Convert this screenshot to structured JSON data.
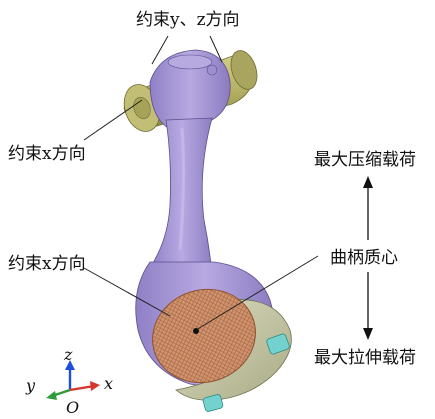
{
  "labels": {
    "top_constraint": "约束y、z方向",
    "small_end_constraint": "约束x方向",
    "big_end_constraint": "约束x方向",
    "max_compression": "最大压缩载荷",
    "crank_center": "曲柄质心",
    "max_tension": "最大拉伸载荷"
  },
  "axes": {
    "z": "z",
    "y": "y",
    "x": "x",
    "origin": "O"
  },
  "colors": {
    "rod_body": "#a99ad6",
    "pin_cylinder": "#b9b56a",
    "bearing_mesh": "#c98a62",
    "cap": "#c7c9a6",
    "bolt": "#6fd0cc",
    "axis_z": "#1c4fd8",
    "axis_x": "#d8342a",
    "axis_y": "#2e9a3a"
  }
}
